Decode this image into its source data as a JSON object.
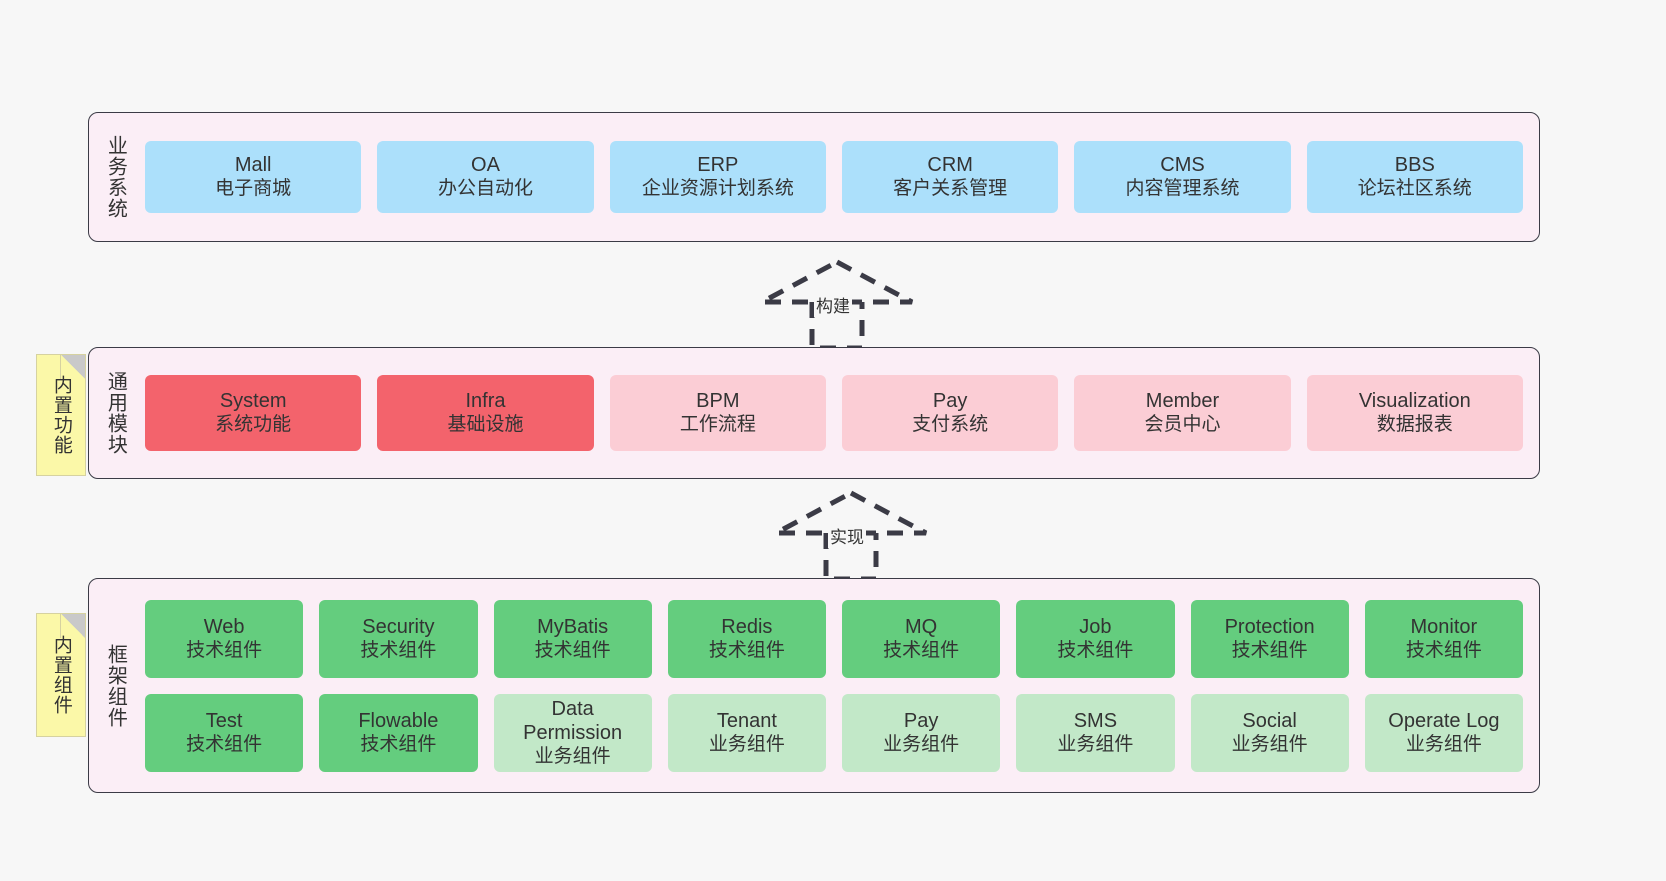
{
  "diagram": {
    "background_color": "#f7f7f7",
    "panel_color": "#fbeef6",
    "panel_border_color": "#3b3b46"
  },
  "notes": [
    {
      "name": "builtin-function",
      "text": "内置功能",
      "color": "#fbf8a8"
    },
    {
      "name": "builtin-component",
      "text": "内置组件",
      "color": "#fbf8a8"
    }
  ],
  "connectors": [
    {
      "name": "build-arrow",
      "label": "构建",
      "style": "dashed-hollow-triangle-up"
    },
    {
      "name": "implement-arrow",
      "label": "实现",
      "style": "dashed-hollow-triangle-up"
    }
  ],
  "layers": [
    {
      "id": "business",
      "title": "业务系统",
      "color": "#ace0fb",
      "rows": [
        [
          {
            "en": "Mall",
            "cn": "电子商城",
            "variant": "c-blue"
          },
          {
            "en": "OA",
            "cn": "办公自动化",
            "variant": "c-blue"
          },
          {
            "en": "ERP",
            "cn": "企业资源计划系统",
            "variant": "c-blue"
          },
          {
            "en": "CRM",
            "cn": "客户关系管理",
            "variant": "c-blue"
          },
          {
            "en": "CMS",
            "cn": "内容管理系统",
            "variant": "c-blue"
          },
          {
            "en": "BBS",
            "cn": "论坛社区系统",
            "variant": "c-blue"
          }
        ]
      ]
    },
    {
      "id": "common",
      "title": "通用模块",
      "color": "#fbcdd5",
      "rows": [
        [
          {
            "en": "System",
            "cn": "系统功能",
            "variant": "c-red"
          },
          {
            "en": "Infra",
            "cn": "基础设施",
            "variant": "c-red"
          },
          {
            "en": "BPM",
            "cn": "工作流程",
            "variant": "c-pink"
          },
          {
            "en": "Pay",
            "cn": "支付系统",
            "variant": "c-pink"
          },
          {
            "en": "Member",
            "cn": "会员中心",
            "variant": "c-pink"
          },
          {
            "en": "Visualization",
            "cn": "数据报表",
            "variant": "c-pink"
          }
        ]
      ]
    },
    {
      "id": "framework",
      "title": "框架组件",
      "color": "#64cd7e",
      "rows": [
        [
          {
            "en": "Web",
            "cn": "技术组件",
            "variant": "c-green"
          },
          {
            "en": "Security",
            "cn": "技术组件",
            "variant": "c-green"
          },
          {
            "en": "MyBatis",
            "cn": "技术组件",
            "variant": "c-green"
          },
          {
            "en": "Redis",
            "cn": "技术组件",
            "variant": "c-green"
          },
          {
            "en": "MQ",
            "cn": "技术组件",
            "variant": "c-green"
          },
          {
            "en": "Job",
            "cn": "技术组件",
            "variant": "c-green"
          },
          {
            "en": "Protection",
            "cn": "技术组件",
            "variant": "c-green"
          },
          {
            "en": "Monitor",
            "cn": "技术组件",
            "variant": "c-green"
          }
        ],
        [
          {
            "en": "Test",
            "cn": "技术组件",
            "variant": "c-green"
          },
          {
            "en": "Flowable",
            "cn": "技术组件",
            "variant": "c-green"
          },
          {
            "en": "Data Permission",
            "cn": "业务组件",
            "variant": "c-lightgreen"
          },
          {
            "en": "Tenant",
            "cn": "业务组件",
            "variant": "c-lightgreen"
          },
          {
            "en": "Pay",
            "cn": "业务组件",
            "variant": "c-lightgreen"
          },
          {
            "en": "SMS",
            "cn": "业务组件",
            "variant": "c-lightgreen"
          },
          {
            "en": "Social",
            "cn": "业务组件",
            "variant": "c-lightgreen"
          },
          {
            "en": "Operate Log",
            "cn": "业务组件",
            "variant": "c-lightgreen"
          }
        ]
      ]
    }
  ]
}
